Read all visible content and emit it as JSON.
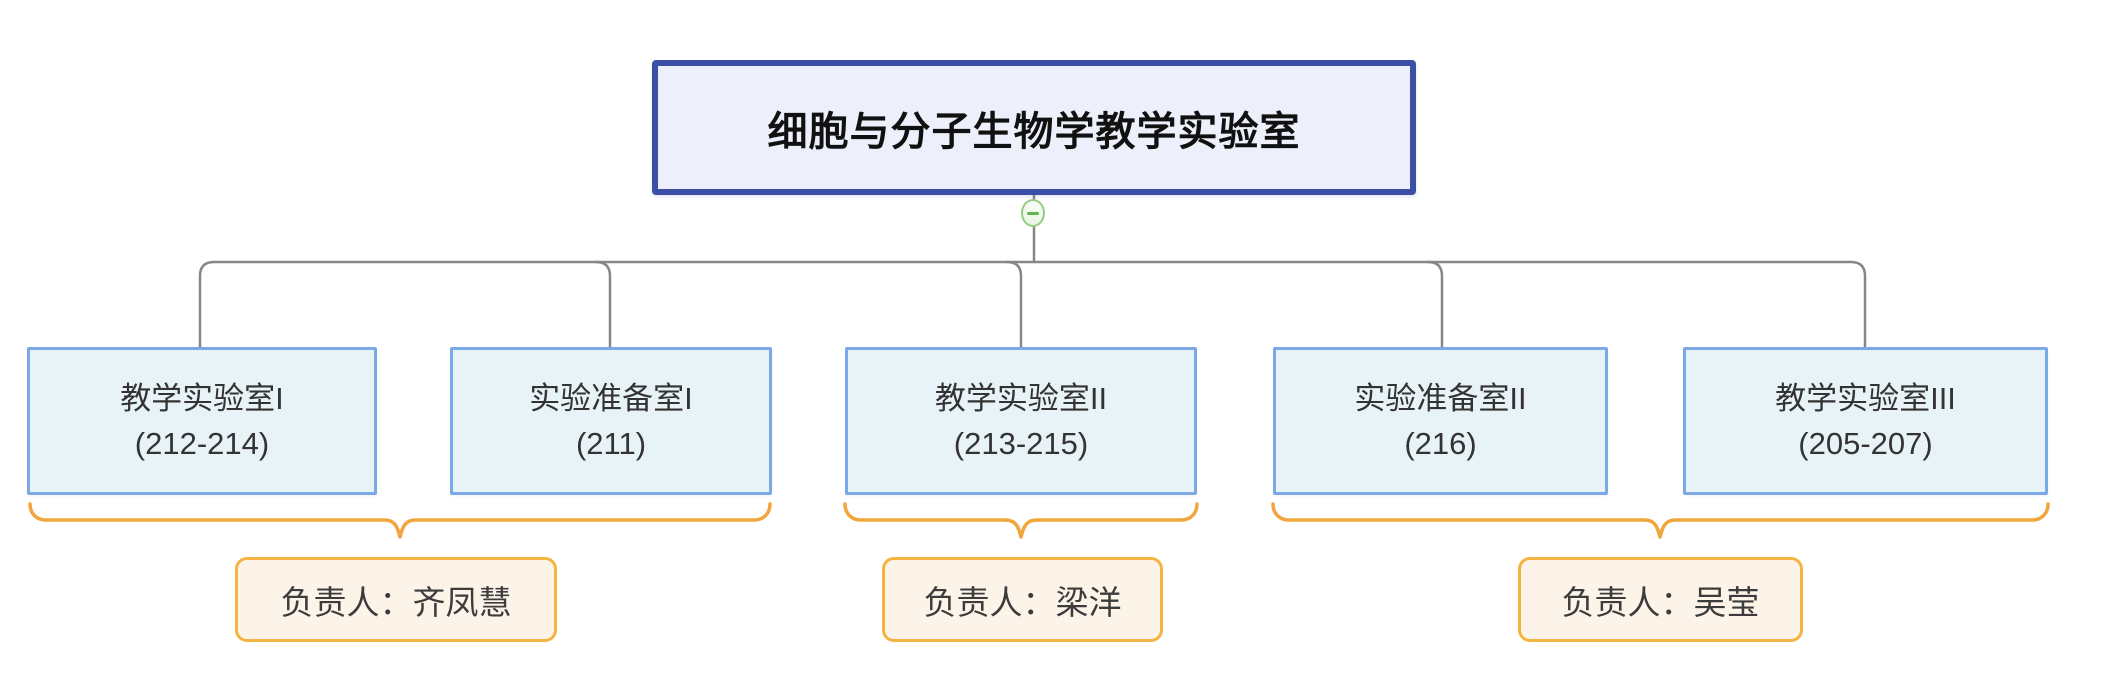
{
  "diagram": {
    "root": {
      "label": "细胞与分子生物学教学实验室"
    },
    "collapse_button": {
      "state": "expanded",
      "glyph": "minus"
    },
    "nodes": [
      {
        "label": "教学实验室I",
        "room": "(212-214)"
      },
      {
        "label": "实验准备室I",
        "room": "(211)"
      },
      {
        "label": "教学实验室II",
        "room": "(213-215)"
      },
      {
        "label": "实验准备室II",
        "room": "(216)"
      },
      {
        "label": "教学实验室III",
        "room": "(205-207)"
      }
    ],
    "summaries": [
      {
        "label": "负责人：齐凤慧",
        "covers": [
          "教学实验室I",
          "实验准备室I"
        ]
      },
      {
        "label": "负责人：梁洋",
        "covers": [
          "教学实验室II"
        ]
      },
      {
        "label": "负责人：吴莹",
        "covers": [
          "实验准备室II",
          "教学实验室III"
        ]
      }
    ],
    "colors": {
      "root_border": "#3c4fa7",
      "root_fill": "#edf0fb",
      "node_border": "#7ba9e8",
      "node_fill": "#e7f3f7",
      "connector": "#878787",
      "brace": "#f0a63c",
      "summary_border": "#f5b441",
      "summary_fill": "#fdf4e9",
      "collapse_border": "#95cc85",
      "collapse_glyph": "#61b44b"
    }
  }
}
